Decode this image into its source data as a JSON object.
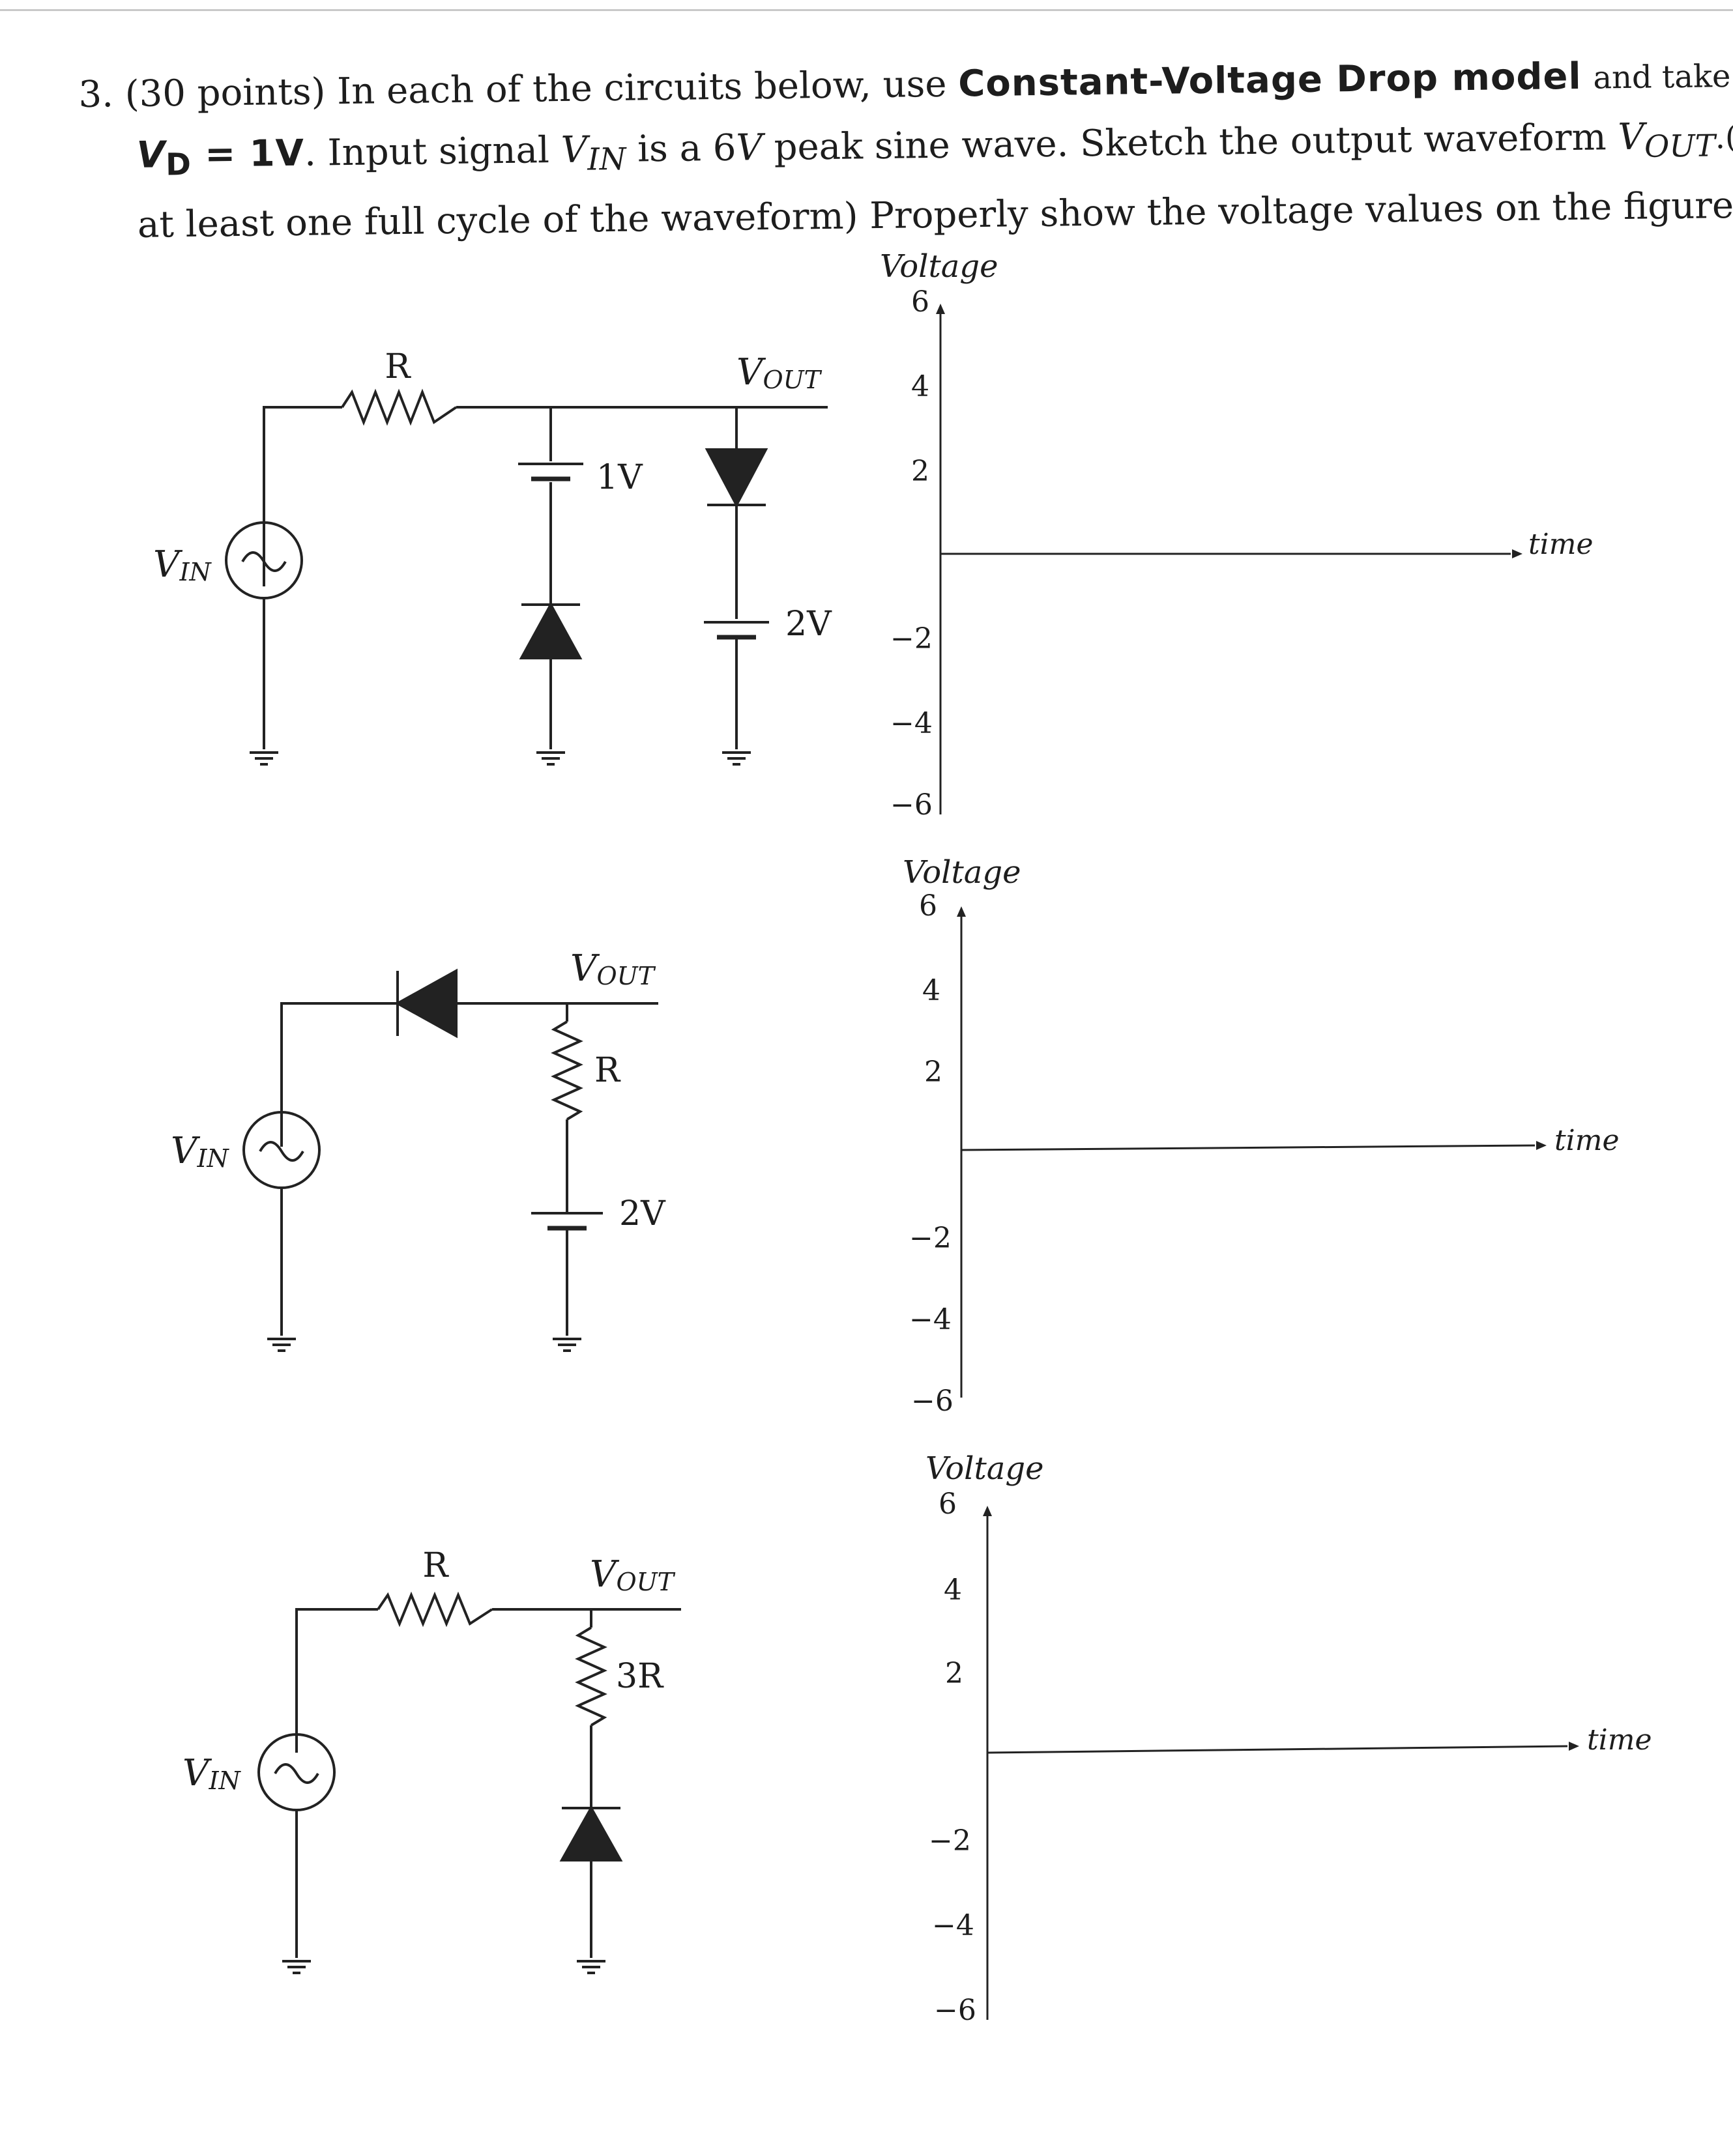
{
  "problem": {
    "number": "3.",
    "line1_a": "(30 points) In each of the circuits below, use",
    "line1_bold": "Constant-Voltage Drop model",
    "line1_b": "and take",
    "line2_bold": "V",
    "line2_bold_sub": "D",
    "line2_bold_b": " = 1V",
    "line2_a": ". Input signal",
    "line2_vin": "V",
    "line2_vin_sub": "IN",
    "line2_b": "is a 6",
    "line2_v": "V",
    "line2_c": "peak sine wave. Sketch the output waveform",
    "line2_vout": "V",
    "line2_vout_sub": "OUT",
    "line2_d": ".(draw",
    "line3": "at least one full cycle of the waveform) Properly show the voltage values on the figures!"
  },
  "circuits": [
    {
      "resistor_label": "R",
      "vout_label": "V",
      "vout_sub": "OUT",
      "vin_label": "V",
      "vin_sub": "IN",
      "battery1_label": "1V",
      "battery2_label": "2V"
    },
    {
      "vout_label": "V",
      "vout_sub": "OUT",
      "vin_label": "V",
      "vin_sub": "IN",
      "resistor_label": "R",
      "battery_label": "2V"
    },
    {
      "resistor_label": "R",
      "resistor2_label": "3R",
      "vout_label": "V",
      "vout_sub": "OUT",
      "vin_label": "V",
      "vin_sub": "IN"
    }
  ],
  "graphs": [
    {
      "ylabel": "Voltage",
      "xlabel": "time",
      "ticks": [
        "6",
        "4",
        "2",
        "−2",
        "−4",
        "−6"
      ]
    },
    {
      "ylabel": "Voltage",
      "xlabel": "time",
      "ticks": [
        "6",
        "4",
        "2",
        "−2",
        "−4",
        "−6"
      ]
    },
    {
      "ylabel": "Voltage",
      "xlabel": "time",
      "ticks": [
        "6",
        "4",
        "2",
        "−2",
        "−4",
        "−6"
      ]
    }
  ]
}
